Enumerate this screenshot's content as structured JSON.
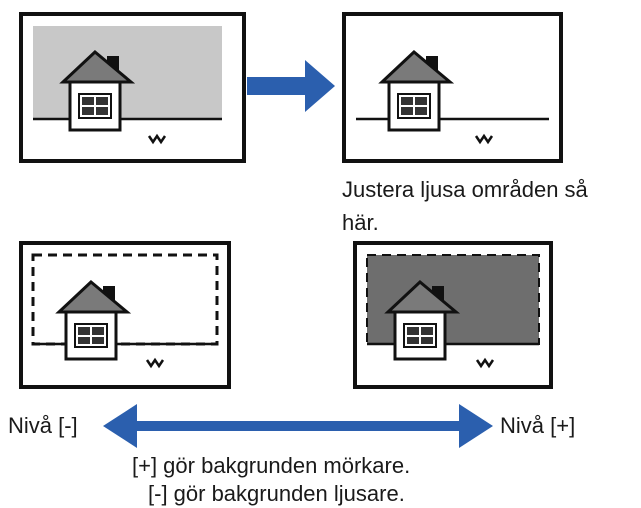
{
  "caption_adjust": {
    "line1": "Justera ljusa områden så",
    "line2": "här."
  },
  "level_labels": {
    "minus": "Nivå [-]",
    "plus": "Nivå [+]"
  },
  "notes": {
    "plus": "[+] gör bakgrunden mörkare.",
    "minus": "[-] gör bakgrunden ljusare."
  },
  "colors": {
    "arrow_blue": "#2b5fae",
    "light_bg": "#c8c8c8",
    "dark_bg": "#6e6e6e",
    "roof": "#7a7a7a"
  }
}
